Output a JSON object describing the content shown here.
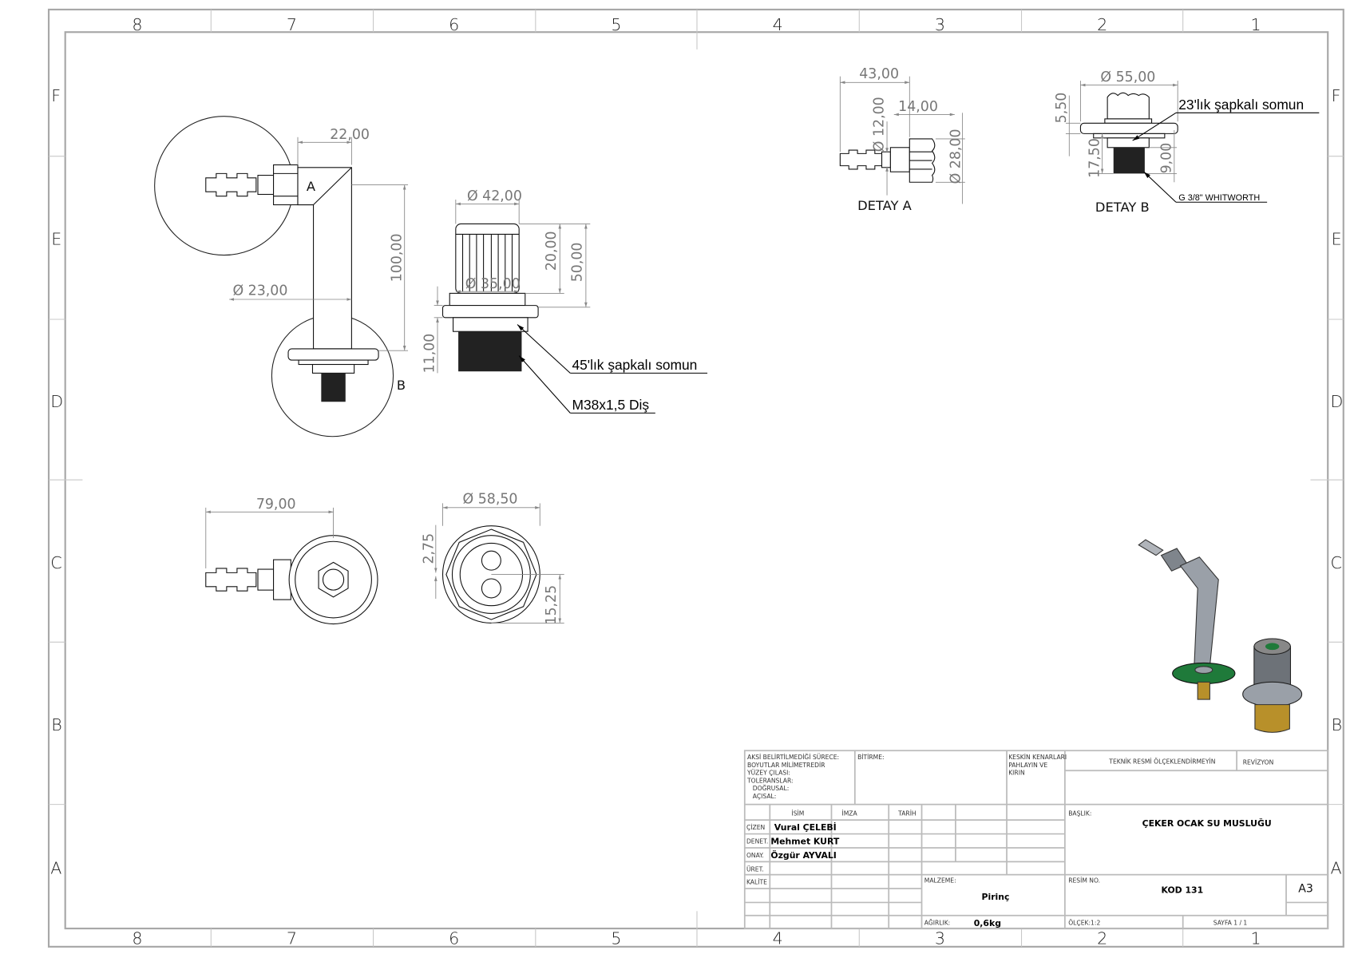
{
  "sheet": {
    "columns": [
      "8",
      "7",
      "6",
      "5",
      "4",
      "3",
      "2",
      "1"
    ],
    "rows": [
      "F",
      "E",
      "D",
      "C",
      "B",
      "A"
    ]
  },
  "front_view": {
    "detail_a_label": "A",
    "detail_b_label": "B",
    "dims": {
      "w22": "22,00",
      "h100": "100,00",
      "d23": "Ø 23,00"
    }
  },
  "side_view": {
    "dims": {
      "d42": "Ø 42,00",
      "d35": "Ø 35,00",
      "h20": "20,00",
      "h50": "50,00",
      "h11": "11,00"
    },
    "callout_nut": "45'lık şapkalı somun",
    "callout_thread": "M38x1,5 Diş"
  },
  "top_view": {
    "dims": {
      "w79": "79,00"
    }
  },
  "bottom_view": {
    "dims": {
      "d58": "Ø 58,50",
      "h275": "2,75",
      "h1525": "15,25"
    }
  },
  "detail_a": {
    "title": "DETAY A",
    "dims": {
      "w43": "43,00",
      "w14": "14,00",
      "d12": "Ø 12,00",
      "d28": "Ø 28,00"
    }
  },
  "detail_b": {
    "title": "DETAY B",
    "dims": {
      "d55": "Ø 55,00",
      "h55": "5,50",
      "h175": "17,50",
      "h9": "9,00"
    },
    "callout_nut": "23'lık şapkalı somun",
    "callout_thread": "G 3/8\" WHITWORTH"
  },
  "title_block": {
    "tolerance_lines": [
      "AKSİ BELİRTİLMEDİĞİ SÜRECE:",
      "BOYUTLAR MİLİMETREDİR",
      "YÜZEY ÇILASI:",
      "TOLERANSLAR:",
      "  DOĞRUSAL:",
      "  AÇISAL:"
    ],
    "finish_label": "BİTİRME:",
    "edges_lines": [
      "KESKİN KENARLARI",
      "PAHLAYIN VE",
      "KIRIN"
    ],
    "no_scale": "TEKNİK RESMİ ÖLÇEKLENDİRMEYİN",
    "revision": "REVİZYON",
    "headers": {
      "name": "İSİM",
      "signature": "İMZA",
      "date": "TARİH"
    },
    "people": [
      {
        "role": "ÇİZEN",
        "name": "Vural ÇELEBİ"
      },
      {
        "role": "DENET.",
        "name": "Mehmet KURT"
      },
      {
        "role": "ONAY.",
        "name": "Özgür AYVALI"
      },
      {
        "role": "ÜRET.",
        "name": ""
      },
      {
        "role": "KALİTE",
        "name": ""
      }
    ],
    "title_label": "BAŞLIK:",
    "title": "ÇEKER OCAK SU MUSLUĞU",
    "material_label": "MALZEME:",
    "material": "Pirinç",
    "drawing_no_label": "RESİM NO.",
    "drawing_no": "KOD 131",
    "size": "A3",
    "weight_label": "AĞIRLIK:",
    "weight": "0,6kg",
    "scale": "ÖLÇEK:1:2",
    "sheet": "SAYFA 1 / 1"
  },
  "colors": {
    "flange_green": "#1f7a3a",
    "body_grey": "#9aa0a8",
    "brass": "#b8902a"
  }
}
